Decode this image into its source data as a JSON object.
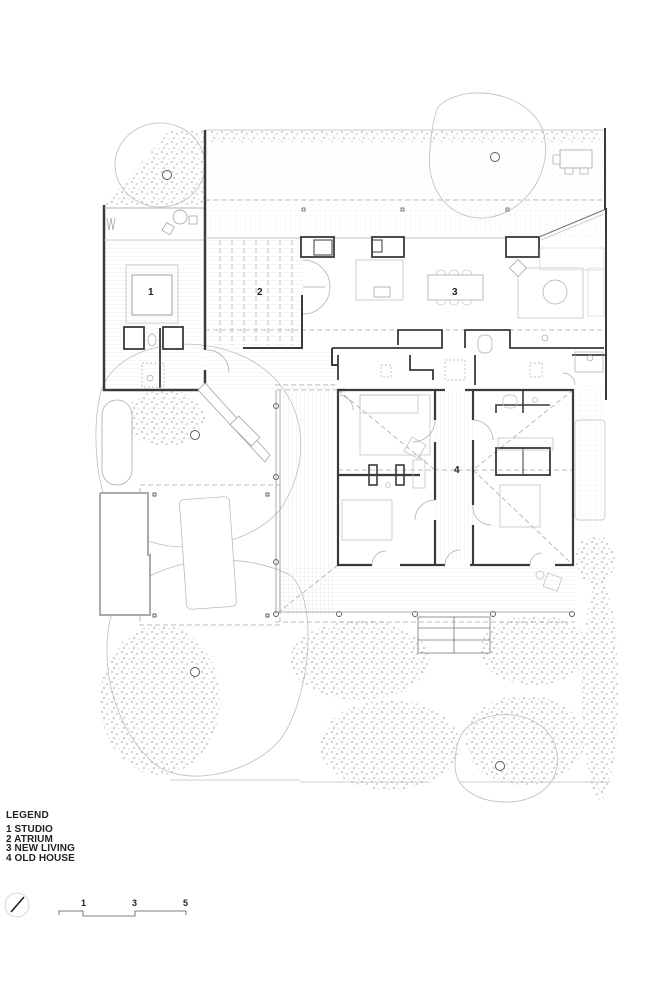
{
  "legend": {
    "title": "LEGEND",
    "items": [
      {
        "number": "1",
        "label": "1 STUDIO"
      },
      {
        "number": "2",
        "label": "2 ATRIUM"
      },
      {
        "number": "3",
        "label": "3 NEW LIVING"
      },
      {
        "number": "4",
        "label": "4 OLD HOUSE"
      }
    ]
  },
  "rooms": {
    "studio": "1",
    "atrium": "2",
    "new_living": "3",
    "old_house": "4"
  },
  "scale_bar": {
    "ticks": [
      "1",
      "3",
      "5"
    ]
  },
  "north_arrow": {
    "icon": "north-arrow-icon"
  },
  "colors": {
    "wall": "#3a3a3a",
    "line": "#9a9a9a",
    "light_line": "#c4c4c4",
    "foliage": "#b0b0b0",
    "background": "#ffffff"
  }
}
